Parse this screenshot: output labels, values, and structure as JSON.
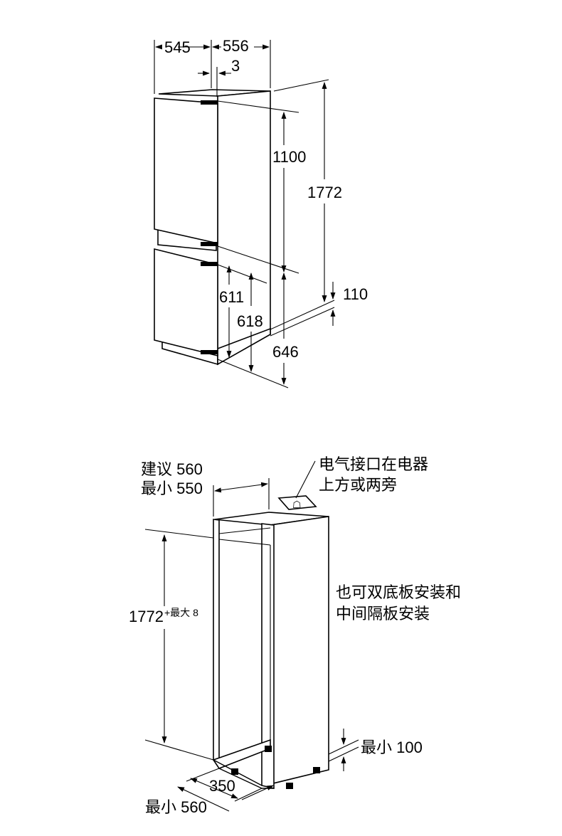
{
  "top_figure": {
    "dims": {
      "width_left": "545",
      "width_right": "556",
      "gap": "3",
      "upper_door": "1100",
      "total_height": "1772",
      "plinth": "110",
      "lower_door_a": "611",
      "lower_door_b": "618",
      "lower_total": "646"
    }
  },
  "bottom_figure": {
    "depth_recommended": "建议 560",
    "depth_min": "最小 550",
    "electric_note_line1": "电气接口在电器",
    "electric_note_line2": "上方或两旁",
    "shelf_note_line1": "也可双底板安装和",
    "shelf_note_line2": "中间隔板安装",
    "height_value": "1772",
    "height_tolerance": "+最大 8",
    "plinth_min": "最小 100",
    "vent_depth": "350",
    "width_min": "最小 560"
  },
  "colors": {
    "stroke": "#000000",
    "background": "#ffffff"
  }
}
